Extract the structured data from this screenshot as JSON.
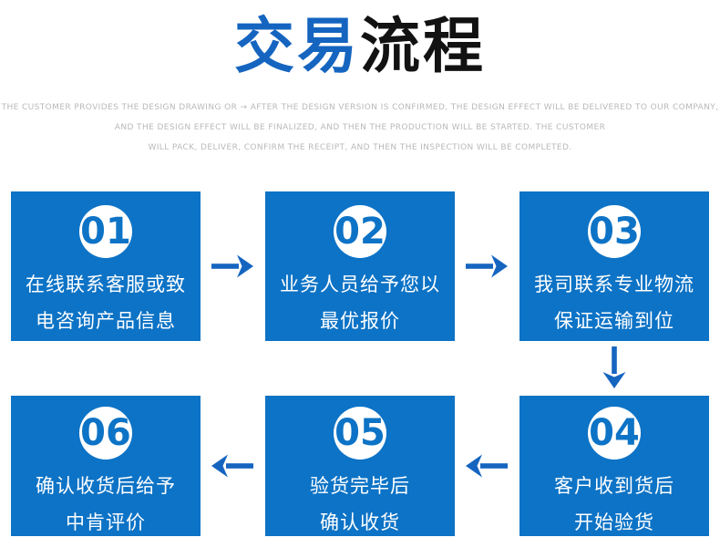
{
  "title": {
    "highlight": "交易",
    "rest": "流程"
  },
  "subtitle_lines": [
    "THE CUSTOMER PROVIDES THE DESIGN DRAWING OR → AFTER THE DESIGN VERSION IS CONFIRMED, THE DESIGN EFFECT WILL BE DELIVERED TO OUR COMPANY,",
    "AND THE DESIGN EFFECT WILL BE FINALIZED, AND THEN THE PRODUCTION WILL BE STARTED. THE CUSTOMER",
    "WILL PACK, DELIVER, CONFIRM THE RECEIPT, AND THEN THE INSPECTION WILL BE COMPLETED."
  ],
  "steps": [
    {
      "number": "01",
      "lines": [
        "在线联系客服或致",
        "电咨询产品信息"
      ]
    },
    {
      "number": "02",
      "lines": [
        "业务人员给予您以",
        "最优报价"
      ]
    },
    {
      "number": "03",
      "lines": [
        "我司联系专业物流",
        "保证运输到位"
      ]
    },
    {
      "number": "04",
      "lines": [
        "客户收到货后",
        "开始验货"
      ]
    },
    {
      "number": "05",
      "lines": [
        "验货完毕后",
        "确认收货"
      ]
    },
    {
      "number": "06",
      "lines": [
        "确认收货后给予",
        "中肯评价"
      ]
    }
  ],
  "colors": {
    "box_blue": "#0d73c6",
    "accent_blue": "#1565c0",
    "title_black": "#121212",
    "subtitle_gray": "#b9b9b9",
    "step_text_white": "#ffffff"
  }
}
